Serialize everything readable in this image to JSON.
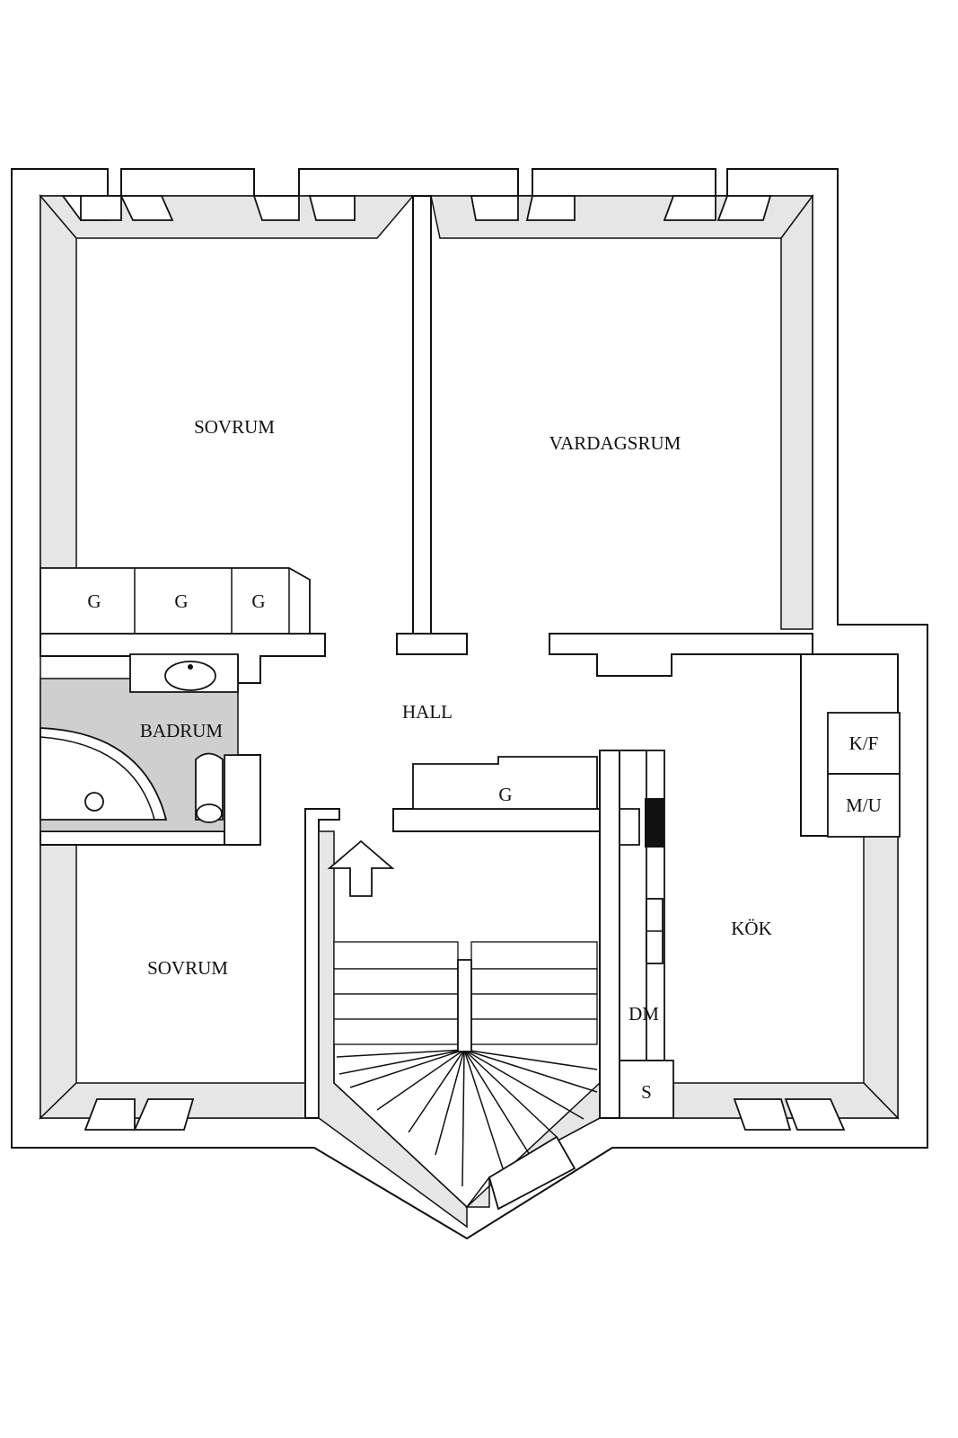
{
  "rooms": {
    "bedroom_top": "SOVRUM",
    "living_room": "VARDAGSRUM",
    "hall": "HALL",
    "bathroom": "BADRUM",
    "bedroom_bottom": "SOVRUM",
    "kitchen": "KÖK"
  },
  "fixtures": {
    "wardrobe_1": "G",
    "wardrobe_2": "G",
    "wardrobe_3": "G",
    "wardrobe_hall": "G",
    "fridge_freezer": "K/F",
    "microwave_oven": "M/U",
    "dishwasher": "DM",
    "closet": "S"
  },
  "icons": {
    "entrance": "arrow-up-icon"
  }
}
